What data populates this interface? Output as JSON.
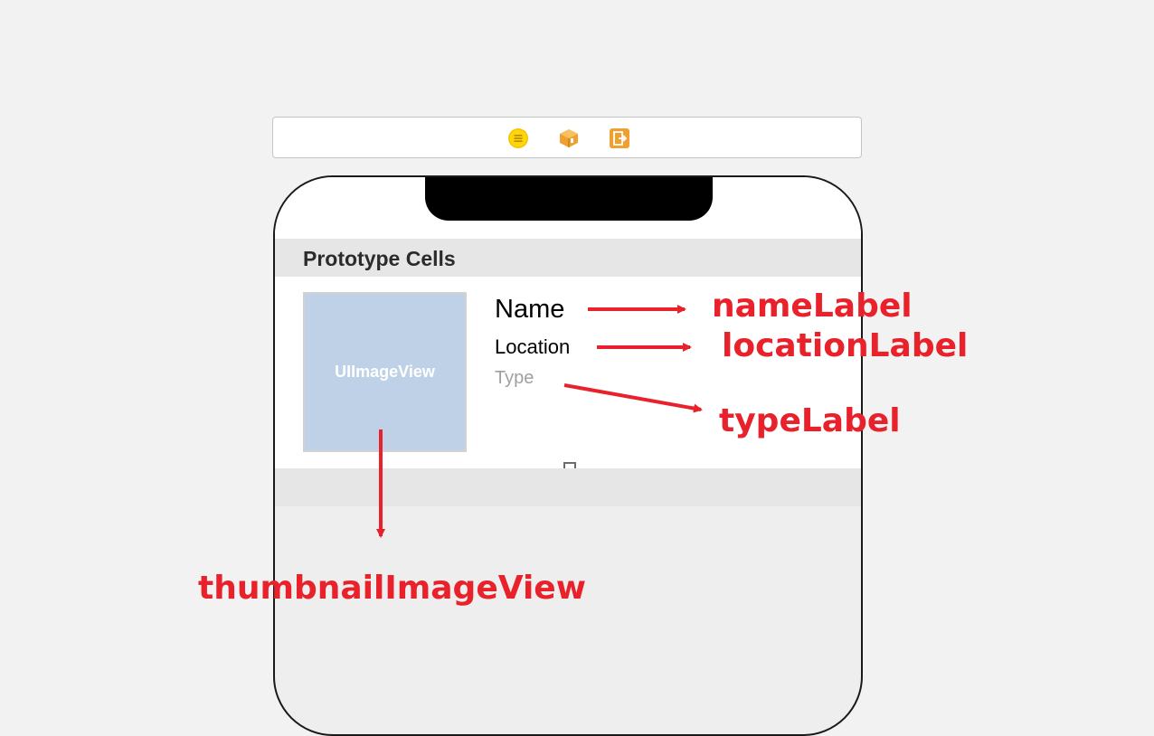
{
  "dock": {
    "icons": [
      "view-controller-icon",
      "first-responder-icon",
      "exit-icon"
    ]
  },
  "table": {
    "section_title": "Prototype Cells",
    "cell": {
      "thumbnail_text": "UIImageView",
      "name": "Name",
      "location": "Location",
      "type": "Type"
    }
  },
  "annotations": {
    "name": "nameLabel",
    "location": "locationLabel",
    "type": "typeLabel",
    "thumbnail": "thumbnailImageView"
  },
  "colors": {
    "annotation": "#e8212b",
    "thumbnail_bg": "#bfd1e7"
  }
}
